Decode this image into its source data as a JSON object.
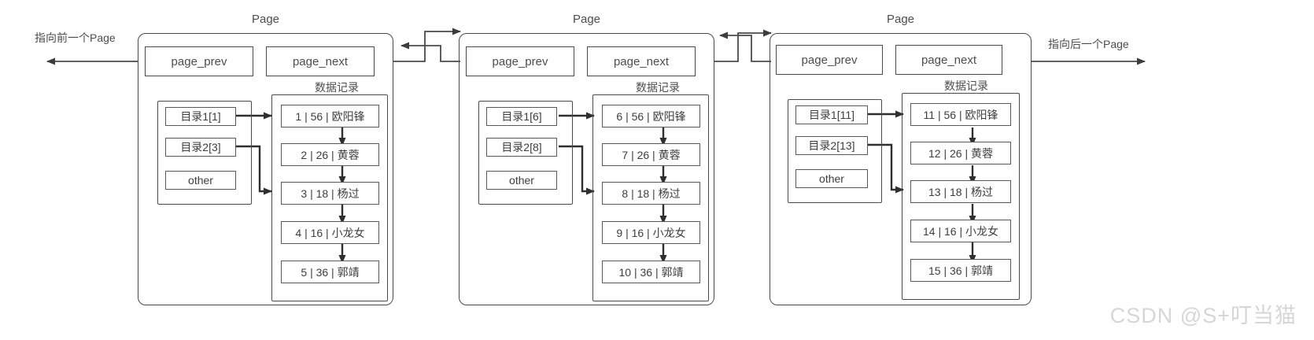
{
  "diagram": {
    "title_left_edge_label": "指向前一个Page",
    "title_right_edge_label": "指向后一个Page",
    "watermark": "CSDN @S+叮当猫",
    "line_color": "#4a4a4a",
    "text_color": "#4d4d4d",
    "background": "#ffffff"
  },
  "pages": [
    {
      "id": "page-1",
      "title": "Page",
      "prev_label": "page_prev",
      "next_label": "page_next",
      "records_title": "数据记录",
      "directory": {
        "entries": [
          {
            "label": "目录1[1]"
          },
          {
            "label": "目录2[3]"
          },
          {
            "label": "other"
          }
        ]
      },
      "records": [
        {
          "label": "1 | 56 | 欧阳锋"
        },
        {
          "label": "2 | 26 | 黄蓉"
        },
        {
          "label": "3 | 18 | 杨过"
        },
        {
          "label": "4 | 16 | 小龙女"
        },
        {
          "label": "5 | 36 | 郭靖"
        }
      ]
    },
    {
      "id": "page-2",
      "title": "Page",
      "prev_label": "page_prev",
      "next_label": "page_next",
      "records_title": "数据记录",
      "directory": {
        "entries": [
          {
            "label": "目录1[6]"
          },
          {
            "label": "目录2[8]"
          },
          {
            "label": "other"
          }
        ]
      },
      "records": [
        {
          "label": "6 | 56 | 欧阳锋"
        },
        {
          "label": "7 | 26 | 黄蓉"
        },
        {
          "label": "8 | 18 | 杨过"
        },
        {
          "label": "9 | 16 | 小龙女"
        },
        {
          "label": "10 | 36 | 郭靖"
        }
      ]
    },
    {
      "id": "page-3",
      "title": "Page",
      "prev_label": "page_prev",
      "next_label": "page_next",
      "records_title": "数据记录",
      "directory": {
        "entries": [
          {
            "label": "目录1[11]"
          },
          {
            "label": "目录2[13]"
          },
          {
            "label": "other"
          }
        ]
      },
      "records": [
        {
          "label": "11 | 56 | 欧阳锋"
        },
        {
          "label": "12 | 26 | 黄蓉"
        },
        {
          "label": "13 | 18 | 杨过"
        },
        {
          "label": "14 | 16 | 小龙女"
        },
        {
          "label": "15 | 36 | 郭靖"
        }
      ]
    }
  ]
}
